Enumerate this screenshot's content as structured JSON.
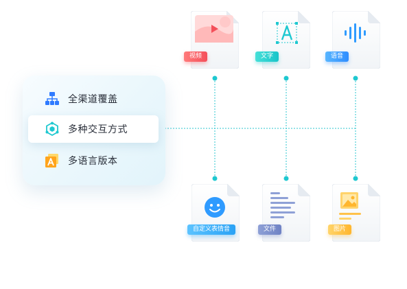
{
  "menu": {
    "items": [
      {
        "label": "全渠道覆盖",
        "icon": "hierarchy-icon",
        "active": false
      },
      {
        "label": "多种交互方式",
        "icon": "hexagon-network-icon",
        "active": true
      },
      {
        "label": "多语言版本",
        "icon": "language-a-icon",
        "active": false
      }
    ]
  },
  "files": {
    "top": [
      {
        "tag": "视频",
        "icon": "video-play-icon"
      },
      {
        "tag": "文字",
        "icon": "text-a-icon"
      },
      {
        "tag": "语音",
        "icon": "voice-wave-icon"
      }
    ],
    "bottom": [
      {
        "tag": "自定义表情音",
        "icon": "smiley-icon"
      },
      {
        "tag": "文件",
        "icon": "document-lines-icon"
      },
      {
        "tag": "图片",
        "icon": "image-icon"
      }
    ]
  },
  "colors": {
    "accent_cyan": "#1ec8d0",
    "line": "#29c6cf",
    "menu_bg": "#eaf7fc",
    "text": "#2a2f3a"
  }
}
